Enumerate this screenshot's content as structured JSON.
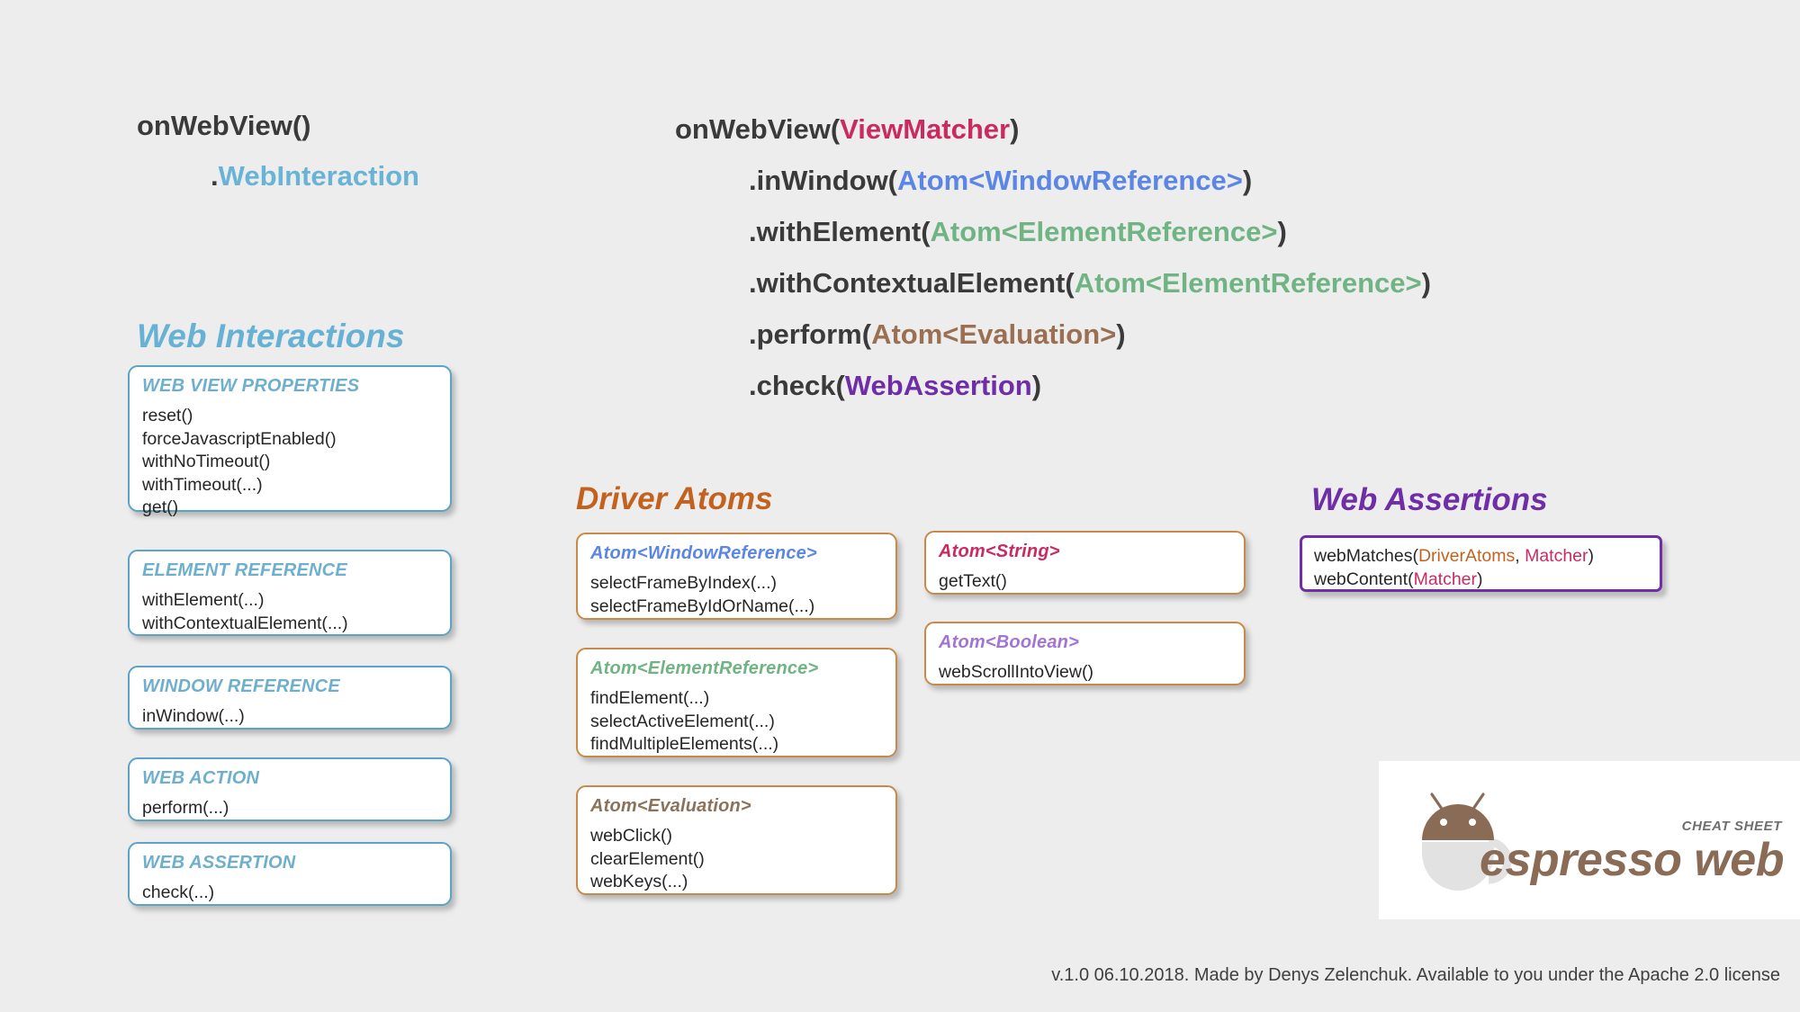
{
  "signature_left": {
    "line1_plain": "onWebView()",
    "line2_dot": ".",
    "line2_token": "WebInteraction"
  },
  "signature_right": {
    "lines": [
      {
        "prefix": "onWebView(",
        "token": "ViewMatcher",
        "suffix": ")"
      },
      {
        "prefix": ".inWindow(",
        "token": "Atom<WindowReference>",
        "suffix": ")"
      },
      {
        "prefix": ".withElement(",
        "token": "Atom<ElementReference>",
        "suffix": ")"
      },
      {
        "prefix": ".withContextualElement(",
        "token": "Atom<ElementReference>",
        "suffix": ")"
      },
      {
        "prefix": ".perform(",
        "token": "Atom<Evaluation>",
        "suffix": ")"
      },
      {
        "prefix": ".check(",
        "token": "WebAssertion",
        "suffix": ")"
      }
    ]
  },
  "web_interactions": {
    "title": "Web Interactions",
    "cards": [
      {
        "title": "WEB VIEW PROPERTIES",
        "items": [
          "reset()",
          "forceJavascriptEnabled()",
          "withNoTimeout()",
          "withTimeout(...)",
          "get()"
        ]
      },
      {
        "title": "ELEMENT REFERENCE",
        "items": [
          "withElement(...)",
          "withContextualElement(...)"
        ]
      },
      {
        "title": "WINDOW REFERENCE",
        "items": [
          "inWindow(...)"
        ]
      },
      {
        "title": "WEB ACTION",
        "items": [
          "perform(...)"
        ]
      },
      {
        "title": "WEB ASSERTION",
        "items": [
          "check(...)"
        ]
      }
    ]
  },
  "driver_atoms": {
    "title": "Driver Atoms",
    "cards": [
      {
        "title": "Atom<WindowReference>",
        "items": [
          "selectFrameByIndex(...)",
          "selectFrameByIdOrName(...)"
        ]
      },
      {
        "title": "Atom<ElementReference>",
        "items": [
          "findElement(...)",
          "selectActiveElement(...)",
          "findMultipleElements(...)"
        ]
      },
      {
        "title": "Atom<Evaluation>",
        "items": [
          "webClick()",
          "clearElement()",
          "webKeys(...)"
        ]
      },
      {
        "title": "Atom<String>",
        "items": [
          "getText()"
        ]
      },
      {
        "title": "Atom<Boolean>",
        "items": [
          "webScrollIntoView()"
        ]
      }
    ]
  },
  "web_assertions": {
    "title": "Web Assertions",
    "card": {
      "line1": {
        "prefix": "webMatches(",
        "token1": "DriverAtoms",
        "sep": ", ",
        "token2": "Matcher",
        "suffix": ")"
      },
      "line2": {
        "prefix": "webContent(",
        "token": "Matcher",
        "suffix": ")"
      }
    }
  },
  "logo": {
    "icon": "android-espresso-cup-icon",
    "cheat_sheet": "CHEAT SHEET",
    "name": "espresso web"
  },
  "footer": {
    "text": "v.1.0 06.10.2018. Made by Denys Zelenchuk. Available to you under the Apache 2.0 license"
  },
  "colors": {
    "background": "#EDEDED",
    "web_interaction": "#69B3D6",
    "view_matcher": "#CB2A5F",
    "window_reference": "#5B86E5",
    "element_reference": "#70B483",
    "evaluation": "#9A6F52",
    "web_assertion": "#6F2DA8",
    "driver_atoms": "#C3621F",
    "espresso_brown": "#8A6B55"
  }
}
